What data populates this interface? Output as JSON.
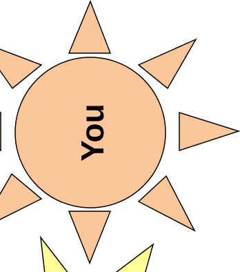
{
  "diagram": {
    "center_label": "You",
    "colors": {
      "ray_fill": "#FBC79A",
      "circle_fill": "#FBC79A",
      "highlight_fill": "#FFFF99",
      "stroke": "#000000",
      "background": "#FFFFFF"
    },
    "rays": [
      {
        "name": "ray-top",
        "highlight": false
      },
      {
        "name": "ray-upper-right",
        "highlight": false
      },
      {
        "name": "ray-right",
        "highlight": false
      },
      {
        "name": "ray-lower-right",
        "highlight": false
      },
      {
        "name": "ray-bottom",
        "highlight": false
      },
      {
        "name": "ray-bottom-left-highlight",
        "highlight": true
      },
      {
        "name": "ray-bottom-right-highlight",
        "highlight": true
      },
      {
        "name": "ray-lower-left",
        "highlight": false
      },
      {
        "name": "ray-left",
        "highlight": false
      },
      {
        "name": "ray-upper-left",
        "highlight": false
      }
    ]
  }
}
